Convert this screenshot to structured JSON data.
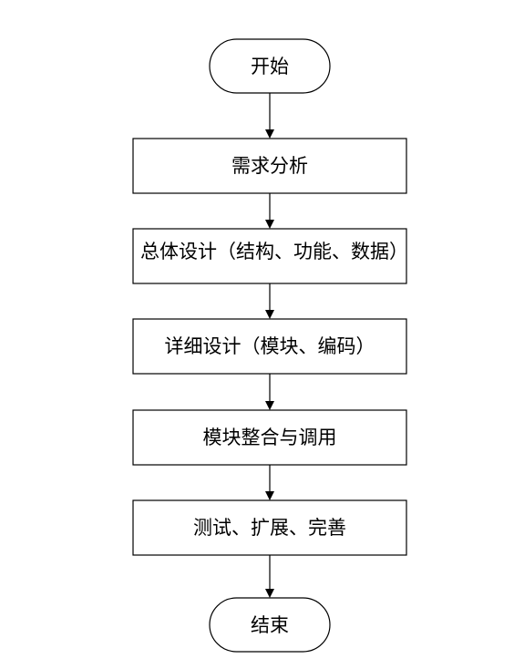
{
  "flowchart": {
    "start": "开始",
    "steps": [
      "需求分析",
      "总体设计（结构、功能、数据）",
      "详细设计（模块、编码）",
      "模块整合与调用",
      "测试、扩展、完善"
    ],
    "end": "结束"
  }
}
